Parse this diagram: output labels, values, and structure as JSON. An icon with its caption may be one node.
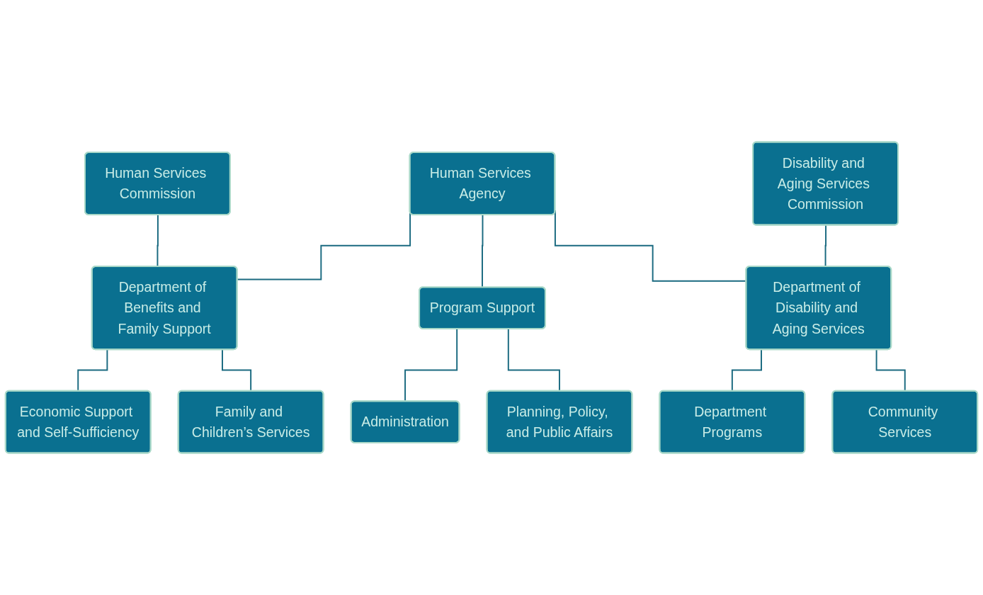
{
  "diagram": {
    "nodes": [
      {
        "text": [
          "Human Services Commission"
        ]
      },
      {
        "text": [
          "Human Services Agency"
        ]
      },
      {
        "text": [
          "Disability and Aging Services Commission"
        ]
      },
      {
        "text": [
          "Department of Benefits and Family Support"
        ]
      },
      {
        "text": [
          "Department of Disability and Aging Services"
        ]
      },
      {
        "text": [
          "Economic Support and Self-Sufficiency"
        ]
      },
      {
        "text": [
          "Family and Children’s Services"
        ]
      },
      {
        "text": [
          "Department Programs"
        ]
      },
      {
        "text": [
          "Community Services"
        ]
      },
      {
        "text": [
          "Program Support"
        ]
      },
      {
        "text": [
          "Administration"
        ]
      },
      {
        "text": [
          "Planning, Policy, and Public Affairs"
        ]
      }
    ],
    "edges": [
      {
        "from": 0,
        "to": 3,
        "arrow": "none"
      },
      {
        "from": 1,
        "to": 3,
        "arrow": "none"
      },
      {
        "from": 1,
        "to": 9,
        "arrow": "none"
      },
      {
        "from": 1,
        "to": 4,
        "arrow": "none"
      },
      {
        "from": 2,
        "to": 4,
        "arrow": "none"
      },
      {
        "from": 3,
        "to": 5,
        "arrow": "none"
      },
      {
        "from": 3,
        "to": 6,
        "arrow": "none"
      },
      {
        "from": 4,
        "to": 7,
        "arrow": "none"
      },
      {
        "from": 4,
        "to": 8,
        "arrow": "none"
      },
      {
        "from": 9,
        "to": 10,
        "arrow": "none"
      },
      {
        "from": 9,
        "to": 11,
        "arrow": "none"
      }
    ]
  }
}
